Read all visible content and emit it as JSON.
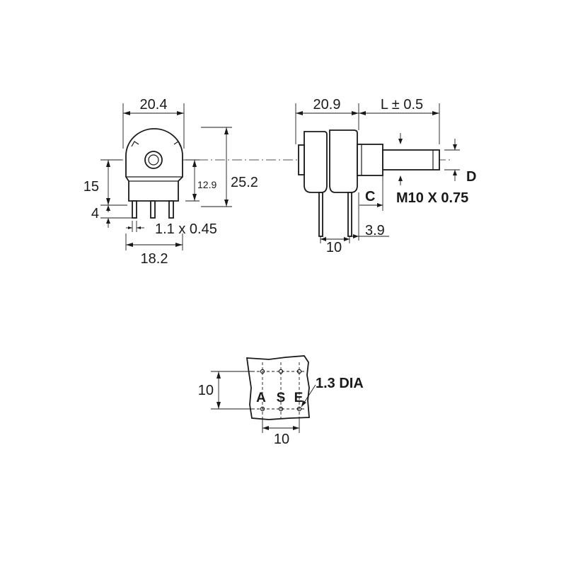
{
  "front_view": {
    "width_top": "20.4",
    "height_left": "15",
    "pin_length": "4",
    "inner_height": "12.9",
    "total_height": "25.2",
    "pin_size": "1.1 x 0.45",
    "width_bottom": "18.2"
  },
  "side_view": {
    "body_width": "20.9",
    "shaft_length": "L ± 0.5",
    "shaft_dia": "D",
    "thread": "M10 X 0.75",
    "bushing_length": "C",
    "pin_offset": "3.9",
    "pin_spacing": "10"
  },
  "pcb_layout": {
    "height": "10",
    "width": "10",
    "hole_dia": "1.3 DIA",
    "pins": [
      "A",
      "S",
      "E"
    ]
  }
}
